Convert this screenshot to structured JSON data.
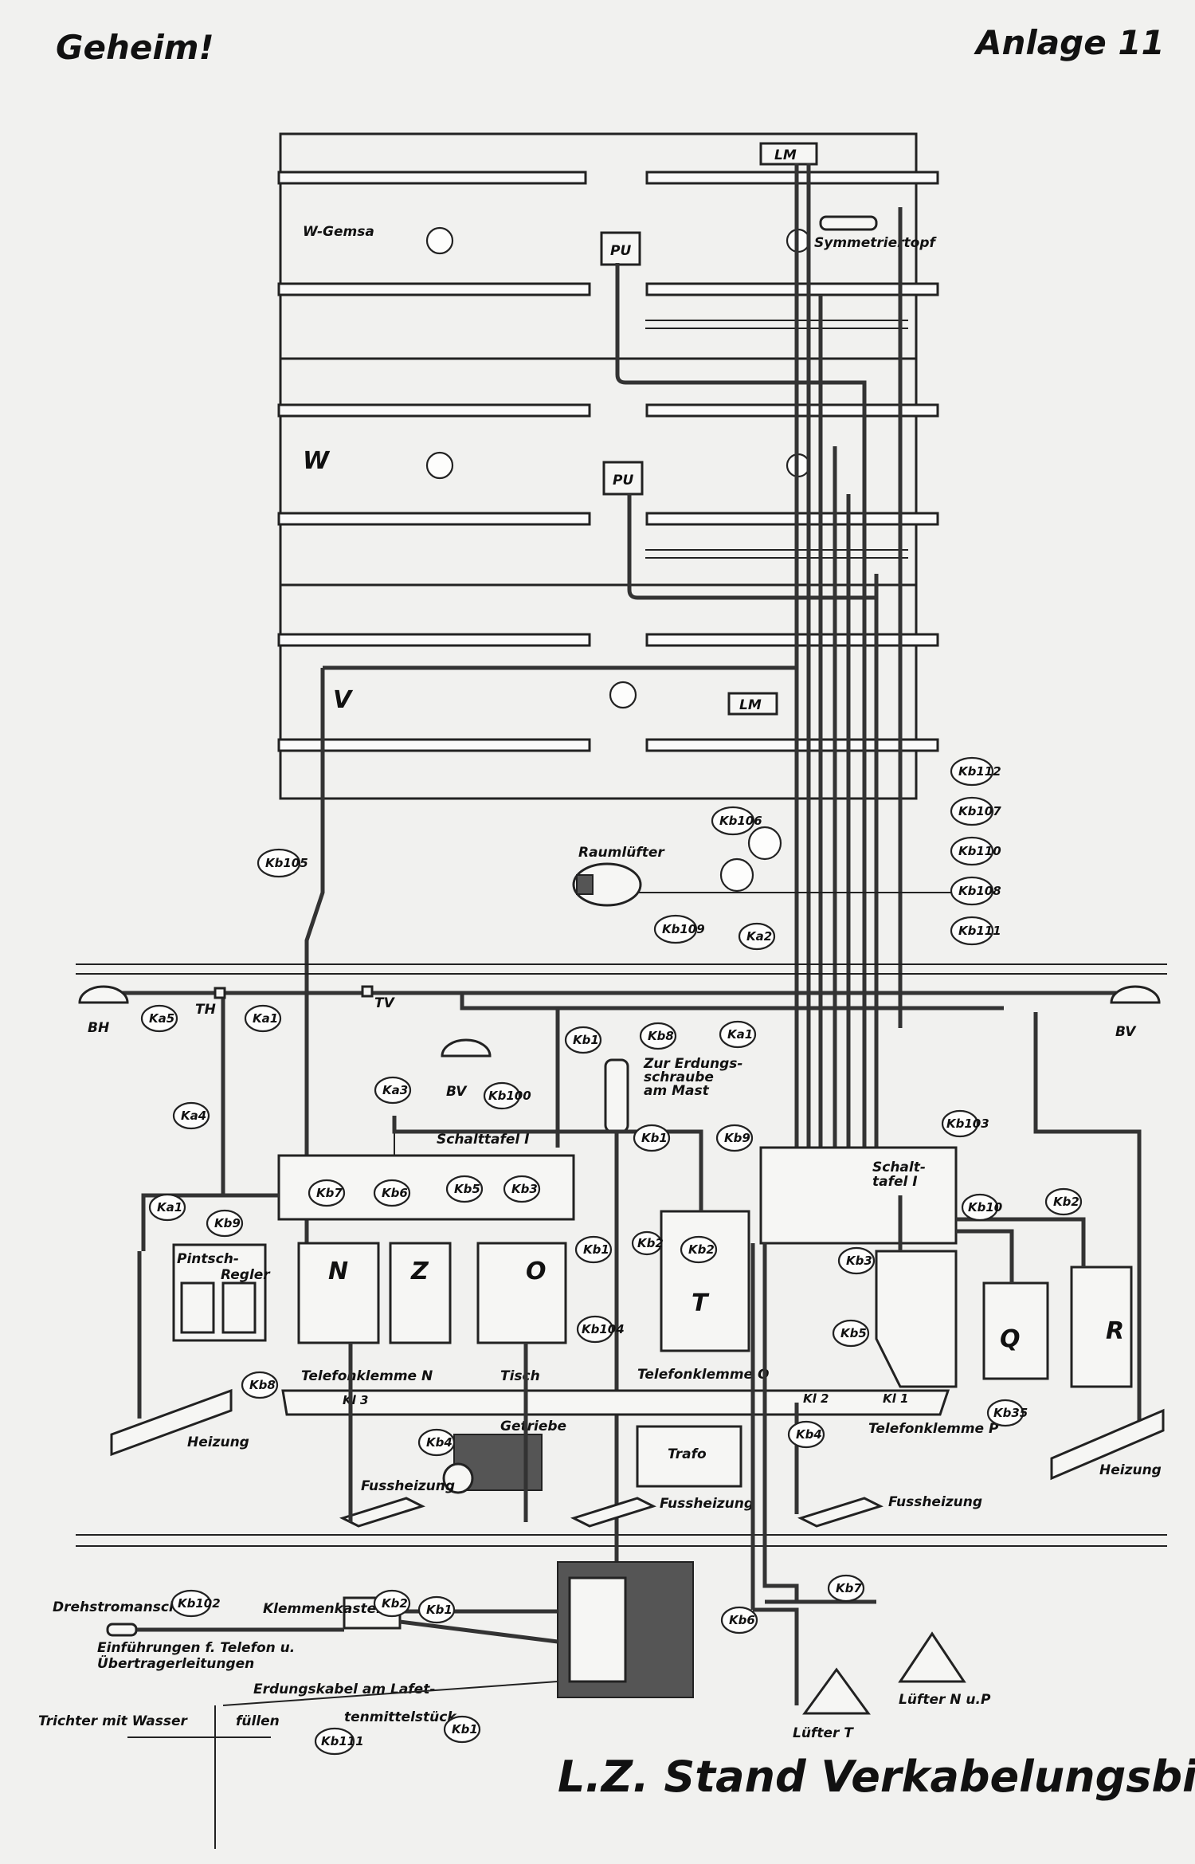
{
  "header": {
    "classification": "Geheim!",
    "annex": "Anlage 11"
  },
  "footer": {
    "title": "L.Z. Stand Verkabelungsbild"
  },
  "sections": {
    "w_gemsa": "W-Gemsa",
    "w": "W",
    "v": "V"
  },
  "units": {
    "lm": "LM",
    "pu": "PU",
    "n": "N",
    "z": "Z",
    "o": "O",
    "t": "T",
    "q": "Q",
    "r": "R"
  },
  "labels": {
    "symmetriertopf": "Symmetriertopf",
    "raumluefter": "Raumlüfter",
    "bh": "BH",
    "th": "TH",
    "tv": "TV",
    "bv_left": "BV",
    "bv_right": "BV",
    "zur_erdung_1": "Zur Erdungs-",
    "zur_erdung_2": "schraube",
    "zur_erdung_3": "am Mast",
    "schalttafel_1": "Schalttafel I",
    "schalttafel_2_a": "Schalt-",
    "schalttafel_2_b": "tafel I",
    "pintsch_1": "Pintsch-",
    "pintsch_2": "Regler",
    "telefonklemme_n": "Telefonklemme N",
    "tisch": "Tisch",
    "telefonklemme_o": "Telefonklemme O",
    "telefonklemme_p": "Telefonklemme P",
    "kl3": "Kl 3",
    "kl2": "Kl 2",
    "kl1": "Kl 1",
    "getriebe": "Getriebe",
    "trafo": "Trafo",
    "heizung_left": "Heizung",
    "heizung_right": "Heizung",
    "fussheizung_1": "Fussheizung",
    "fussheizung_2": "Fussheizung",
    "fussheizung_3": "Fussheizung",
    "drehstromanschl": "Drehstromanschl.",
    "klemmenkasten": "Klemmenkasten",
    "einfuehrungen_1": "Einführungen f. Telefon u.",
    "einfuehrungen_2": "Übertragerleitungen",
    "erdungskabel_1": "Erdungskabel am Lafet-",
    "erdungskabel_2": "tenmittelstück",
    "trichter_1": "Trichter mit Wasser",
    "trichter_2": "füllen",
    "luefter_t": "Lüfter T",
    "luefter_np": "Lüfter N u.P"
  },
  "cable_tags": {
    "kb112": "Kb112",
    "kb107": "Kb107",
    "kb106": "Kb106",
    "kb110": "Kb110",
    "kb108": "Kb108",
    "kb111a": "Kb111",
    "kb109": "Kb109",
    "kb105": "Kb105",
    "ka2": "Ka2",
    "ka5": "Ka5",
    "ka1a": "Ka1",
    "kb1a": "Kb1",
    "kb8a": "Kb8",
    "ka1b": "Ka1",
    "ka3": "Ka3",
    "kb100": "Kb100",
    "ka4": "Ka4",
    "kb103": "Kb103",
    "kb1b": "Kb1",
    "kb9a": "Kb9",
    "ka1c": "Ka1",
    "kb7a": "Kb7",
    "kb6a": "Kb6",
    "kb5a": "Kb5",
    "kb3a": "Kb3",
    "kb9b": "Kb9",
    "kb10": "Kb10",
    "kb2a": "Kb2",
    "kb1c": "Kb1",
    "kb2b": "Kb2",
    "kb2c": "Kb2",
    "kb3b": "Kb3",
    "kb104": "Kb104",
    "kb5b": "Kb5",
    "kb8b": "Kb8",
    "kb35": "Kb35",
    "kb4a": "Kb4",
    "kb4b": "Kb4",
    "kb102": "Kb102",
    "kb2d": "Kb2",
    "kb1d": "Kb1",
    "kb7b": "Kb7",
    "kb6b": "Kb6",
    "kb111b": "Kb111",
    "kb1e": "Kb1"
  }
}
